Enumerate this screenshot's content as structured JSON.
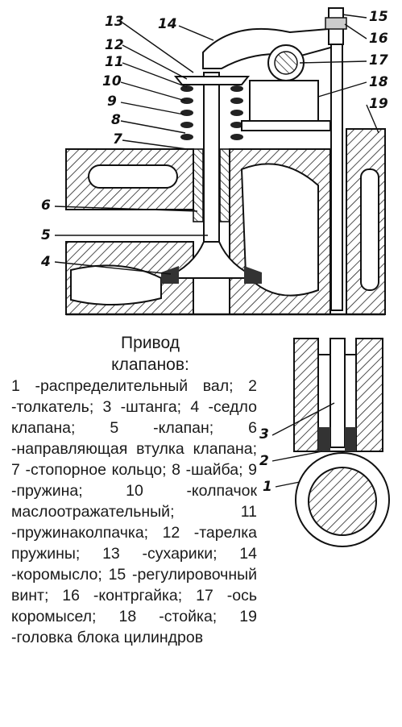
{
  "title_line1": "Привод",
  "title_line2": "клапанов:",
  "legend_text": "1 -распределительный вал; 2 -толкатель; 3 -штанга; 4 -седло клапана; 5 -клапан; 6 -направляющая втулка клапана; 7 -стопорное кольцо; 8 -шайба; 9 -пружина; 10 -колпачок маслоотражательный; 11 -пружинаколпачка; 12 -тарелка пружины; 13 -сухарики; 14 -коромысло; 15 -регулировочный винт; 16 -контргайка; 17 -ось коромысел; 18 -стойка; 19 -головка блока цилиндров",
  "labels": {
    "l1": "1",
    "l2": "2",
    "l3": "3",
    "l4": "4",
    "l5": "5",
    "l6": "6",
    "l7": "7",
    "l8": "8",
    "l9": "9",
    "l10": "10",
    "l11": "11",
    "l12": "12",
    "l13": "13",
    "l14": "14",
    "l15": "15",
    "l16": "16",
    "l17": "17",
    "l18": "18",
    "l19": "19"
  }
}
